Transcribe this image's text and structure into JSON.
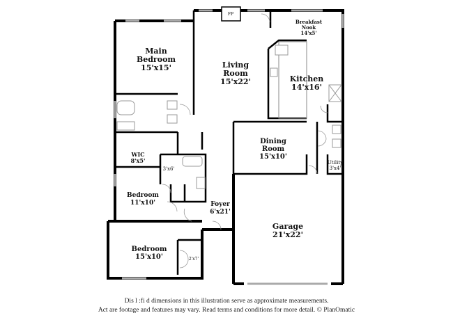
{
  "rooms": {
    "main_bedroom": {
      "name": "Main\nBedroom",
      "size": "15'x15'"
    },
    "living_room": {
      "name": "Living\nRoom",
      "size": "15'x22'"
    },
    "breakfast_nook": {
      "name": "Breakfast\nNook",
      "size": "14'x5'"
    },
    "kitchen": {
      "name": "Kitchen",
      "size": "14'x16'"
    },
    "dining_room": {
      "name": "Dining\nRoom",
      "size": "15'x10'"
    },
    "utility": {
      "name": "Utility",
      "size": "3'x4'"
    },
    "wic": {
      "name": "WIC",
      "size": "8'x5'"
    },
    "closet_hall": {
      "size": "3'x6'"
    },
    "bedroom_2": {
      "name": "Bedroom",
      "size": "11'x10'"
    },
    "foyer": {
      "name": "Foyer",
      "size": "6'x21'"
    },
    "garage": {
      "name": "Garage",
      "size": "21'x22'"
    },
    "bedroom_3": {
      "name": "Bedroom",
      "size": "15'x10'"
    },
    "closet_bedroom_3": {
      "size": "2'x7'"
    },
    "fireplace": {
      "name": "FP"
    }
  },
  "disclaimer": {
    "line1": "Dis      l :fi            d dimensions in this illustration serve as approximate measurements.",
    "line2": "Act     are footage and features may vary. Read terms and conditions for more detail. © PlanOmatic"
  }
}
